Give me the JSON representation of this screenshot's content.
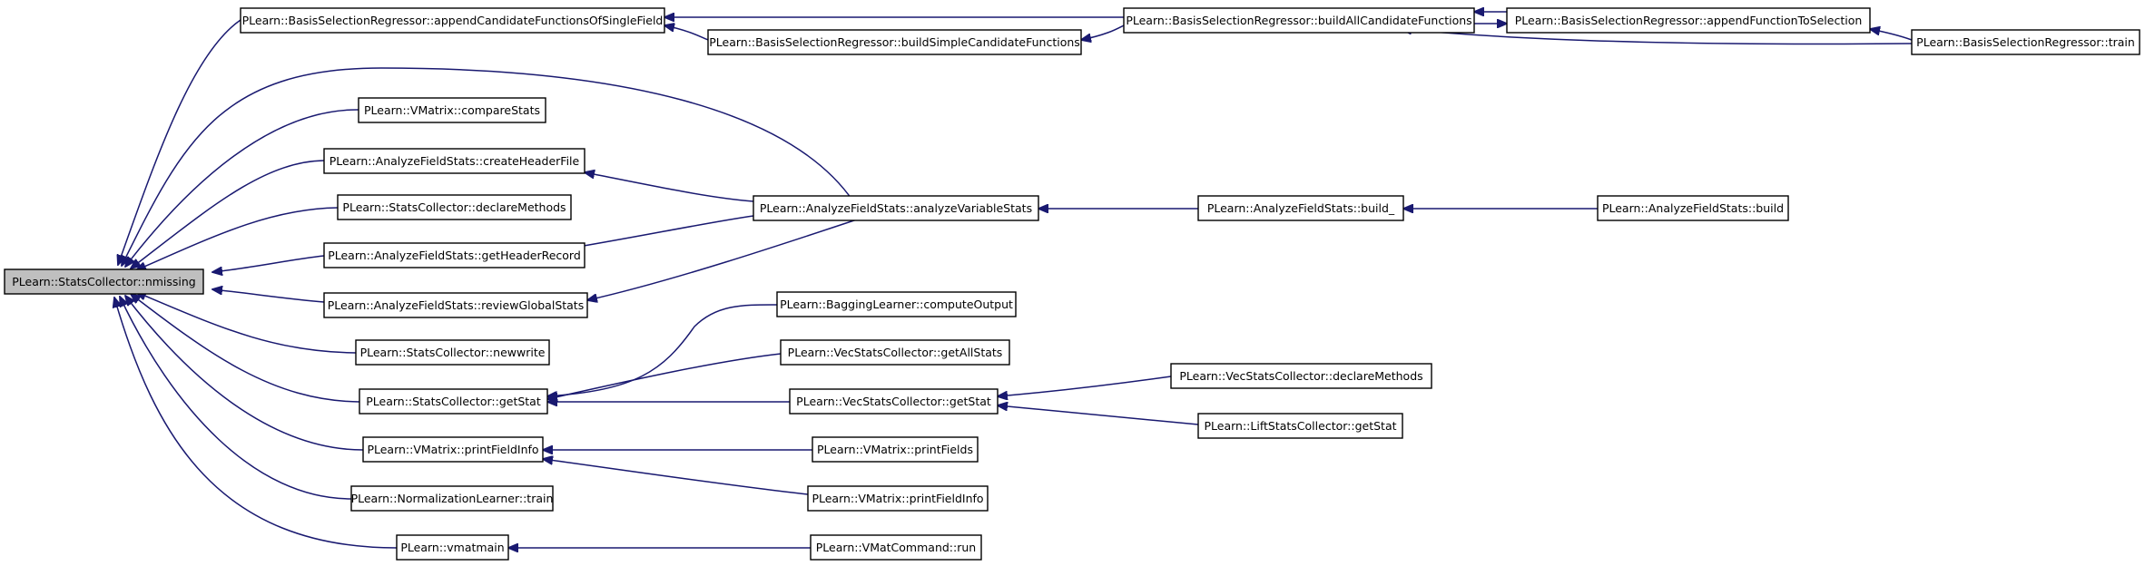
{
  "colors": {
    "edge": "#191970",
    "node_fill": "#ffffff",
    "root_fill": "#bfbfbf",
    "border": "#000000"
  },
  "nodes": {
    "nmissing": "PLearn::StatsCollector::nmissing",
    "appendCand": "PLearn::BasisSelectionRegressor::appendCandidateFunctionsOfSingleField",
    "buildSimple": "PLearn::BasisSelectionRegressor::buildSimpleCandidateFunctions",
    "buildAll": "PLearn::BasisSelectionRegressor::buildAllCandidateFunctions",
    "appendFunc": "PLearn::BasisSelectionRegressor::appendFunctionToSelection",
    "bsrTrain": "PLearn::BasisSelectionRegressor::train",
    "compareStats": "PLearn::VMatrix::compareStats",
    "createHeader": "PLearn::AnalyzeFieldStats::createHeaderFile",
    "scDeclare": "PLearn::StatsCollector::declareMethods",
    "getHeader": "PLearn::AnalyzeFieldStats::getHeaderRecord",
    "reviewGlobal": "PLearn::AnalyzeFieldStats::reviewGlobalStats",
    "analyzeVar": "PLearn::AnalyzeFieldStats::analyzeVariableStats",
    "afsBuild_": "PLearn::AnalyzeFieldStats::build_",
    "afsBuild": "PLearn::AnalyzeFieldStats::build",
    "newwrite": "PLearn::StatsCollector::newwrite",
    "scGetStat": "PLearn::StatsCollector::getStat",
    "bagCompute": "PLearn::BaggingLearner::computeOutput",
    "vscGetAll": "PLearn::VecStatsCollector::getAllStats",
    "vscGetStat": "PLearn::VecStatsCollector::getStat",
    "vscDeclare": "PLearn::VecStatsCollector::declareMethods",
    "liftGetStat": "PLearn::LiftStatsCollector::getStat",
    "printFieldInfo": "PLearn::VMatrix::printFieldInfo",
    "printFields": "PLearn::VMatrix::printFields",
    "printFieldInfo2": "PLearn::VMatrix::printFieldInfo",
    "normTrain": "PLearn::NormalizationLearner::train",
    "vmatmain": "PLearn::vmatmain",
    "vmatRun": "PLearn::VMatCommand::run"
  }
}
